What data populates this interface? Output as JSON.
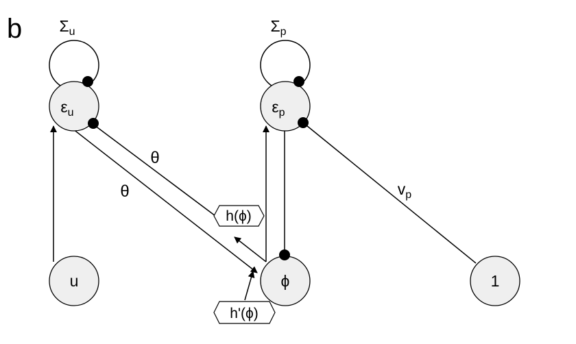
{
  "panel_label": "b",
  "nodes": {
    "eps_u": {
      "base": "ε",
      "sub": "u"
    },
    "eps_p": {
      "base": "ε",
      "sub": "p"
    },
    "u": {
      "label": "u"
    },
    "phi": {
      "label": "ϕ"
    },
    "one": {
      "label": "1"
    }
  },
  "self_loops": {
    "sigma_u": {
      "base": "Σ",
      "sub": "u"
    },
    "sigma_p": {
      "base": "Σ",
      "sub": "p"
    }
  },
  "edge_labels": {
    "theta_upper": "θ",
    "theta_lower": "θ",
    "v_p": {
      "base": "v",
      "sub": "p"
    }
  },
  "function_boxes": {
    "h": "h(ϕ)",
    "h_prime": "h'(ϕ)"
  }
}
